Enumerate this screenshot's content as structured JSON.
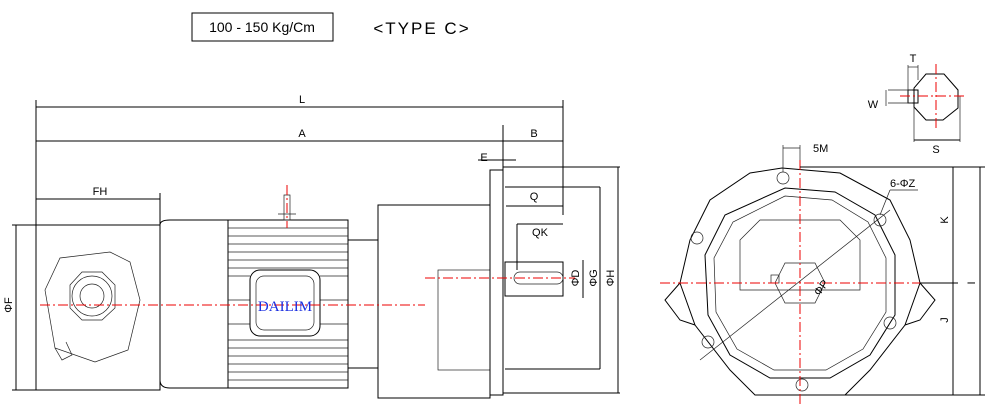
{
  "header": {
    "pressure_range": "100 - 150 Kg/Cm",
    "type_label": "<TYPE C>"
  },
  "side_view": {
    "brand": "DAILIM",
    "dims": {
      "L": "L",
      "A": "A",
      "B": "B",
      "E": "E",
      "FH": "FH",
      "F": "ΦF",
      "Q": "Q",
      "QK": "QK",
      "D": "ΦD",
      "G": "ΦG",
      "H": "ΦH"
    }
  },
  "front_view": {
    "dims": {
      "M": "5M",
      "Z": "6-ΦZ",
      "K": "K",
      "I": "I",
      "J": "J",
      "P": "ΦP"
    }
  },
  "key_detail": {
    "dims": {
      "T": "T",
      "W": "W",
      "S": "S"
    }
  },
  "colors": {
    "line": "#000000",
    "centerline": "#e00000",
    "brand": "#1a2ee0"
  }
}
